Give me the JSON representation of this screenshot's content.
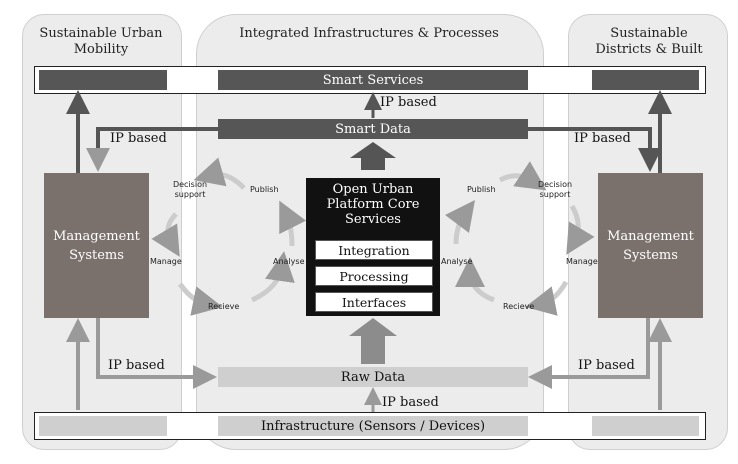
{
  "panels": {
    "left_title": "Sustainable Urban Mobility",
    "center_title": "Integrated Infrastructures & Processes",
    "right_title": "Sustainable Districts & Built"
  },
  "bars": {
    "smart_services": "Smart Services",
    "smart_data": "Smart Data",
    "raw_data": "Raw Data",
    "infrastructure": "Infrastructure (Sensors / Devices)"
  },
  "management": {
    "left": "Management Systems",
    "right": "Management Systems"
  },
  "core": {
    "title": "Open Urban Platform Core Services",
    "items": [
      "Integration",
      "Processing",
      "Interfaces"
    ]
  },
  "ip_labels": {
    "top_center": "IP based",
    "top_left": "IP based",
    "top_right": "IP based",
    "bottom_left": "IP based",
    "bottom_right": "IP based",
    "bottom_center": "IP based"
  },
  "cycle_left": {
    "decision": "Decision support",
    "publish": "Publish",
    "manage": "Manage",
    "analyse": "Analyse",
    "recieve": "Recieve"
  },
  "cycle_right": {
    "publish": "Publish",
    "decision": "Decision support",
    "analyse": "Analyse",
    "manage": "Manage",
    "recieve": "Recieve"
  },
  "colors": {
    "dark_bar": "#565656",
    "light_bar": "#cfcfcf",
    "management": "#7a716c",
    "panel": "#ececec",
    "core": "#111111"
  }
}
